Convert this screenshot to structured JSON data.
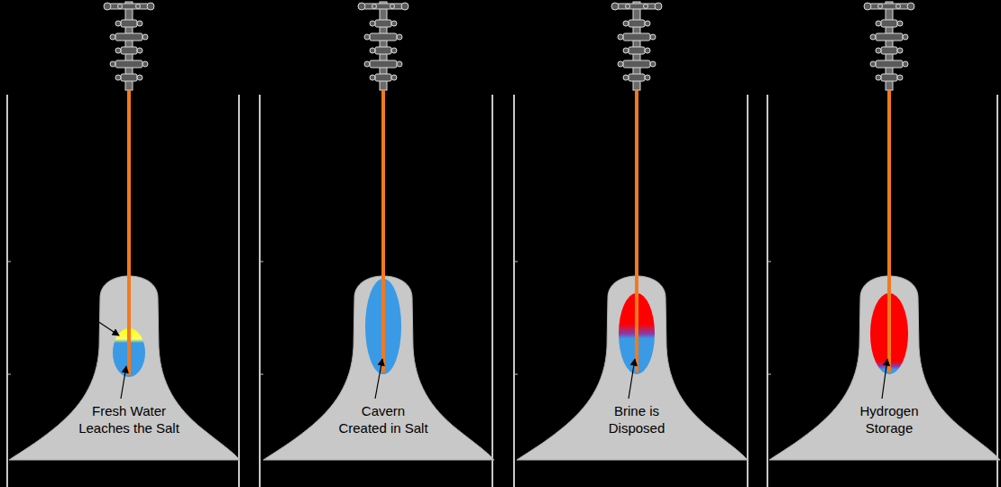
{
  "diagram": {
    "labels": [
      "Fresh Water Leaches the Salt",
      "Cavern Created in Salt",
      "Brine is Disposed",
      "Hydrogen Storage"
    ]
  }
}
